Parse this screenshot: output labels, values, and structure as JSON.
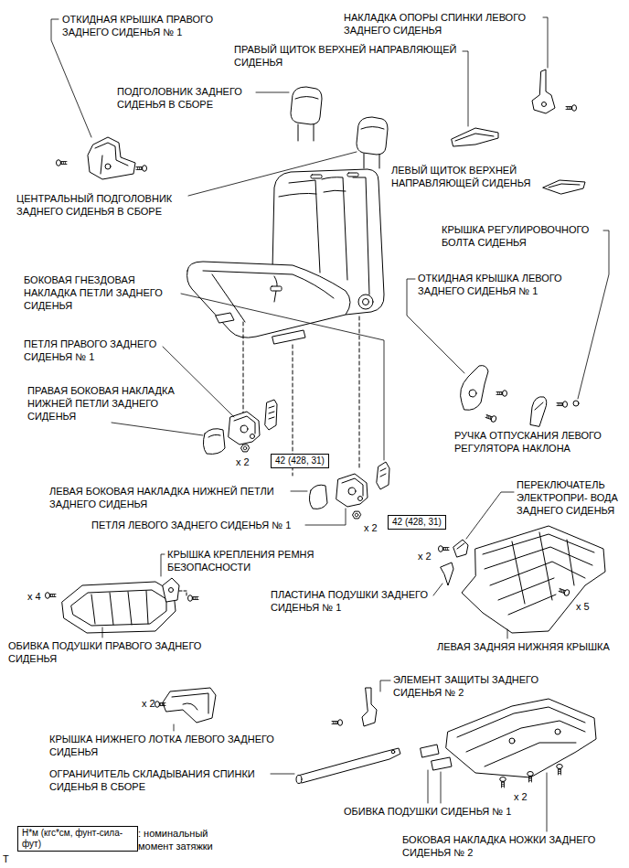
{
  "diagram": {
    "nodes": [
      {
        "text": [
          "42 (428, 31)"
        ]
      },
      {
        "text": [
          "42 (428, 31)"
        ]
      },
      {
        "text": [
          "Н*м (кгс*см, фунт-сила-фут)"
        ]
      }
    ],
    "labels": [
      "ОТКИДНАЯ КРЫШКА ПРАВОГО ЗАДНЕГО СИДЕНЬЯ № 1",
      "НАКЛАДКА ОПОРЫ СПИНКИ ЛЕВОГО ЗАДНЕГО СИДЕНЬЯ",
      "ПРАВЫЙ ЩИТОК ВЕРХНЕЙ НАПРАВЛЯЮЩЕЙ СИДЕНЬЯ",
      "ПОДГОЛОВНИК ЗАДНЕГО СИДЕНЬЯ В СБОРЕ",
      "ЛЕВЫЙ ЩИТОК ВЕРХНЕЙ НАПРАВЛЯЮЩЕЙ СИДЕНЬЯ",
      "ЦЕНТРАЛЬНЫЙ ПОДГОЛОВНИК ЗАДНЕГО СИДЕНЬЯ В СБОРЕ",
      "КРЫШКА РЕГУЛИРОВОЧНОГО БОЛТА СИДЕНЬЯ",
      "БОКОВАЯ ГНЕЗДОВАЯ НАКЛАДКА ПЕТЛИ ЗАДНЕГО СИДЕНЬЯ",
      "ОТКИДНАЯ КРЫШКА ЛЕВОГО ЗАДНЕГО СИДЕНЬЯ № 1",
      "ПЕТЛЯ ПРАВОГО ЗАДНЕГО СИДЕНЬЯ № 1",
      "ПРАВАЯ БОКОВАЯ НАКЛАДКА НИЖНЕЙ ПЕТЛИ ЗАДНЕГО СИДЕНЬЯ",
      "РУЧКА ОТПУСКАНИЯ ЛЕВОГО РЕГУЛЯТОРА НАКЛОНА",
      "x 2",
      "ЛЕВАЯ БОКОВАЯ НАКЛАДКА НИЖНЕЙ ПЕТЛИ ЗАДНЕГО СИДЕНЬЯ",
      "ПЕРЕКЛЮЧАТЕЛЬ ЭЛЕКТРОПРИ- ВОДА ЗАДНЕГО СИДЕНЬЯ",
      "ПЕТЛЯ ЛЕВОГО ЗАДНЕГО СИДЕНЬЯ № 1",
      "x 2",
      "КРЫШКА КРЕПЛЕНИЯ РЕМНЯ БЕЗОПАСНОСТИ",
      "x 2",
      "x 4",
      "ПЛАСТИНА ПОДУШКИ ЗАДНЕГО СИДЕНЬЯ № 1",
      "x 5",
      "ОБИВКА ПОДУШКИ ПРАВОГО ЗАДНЕГО СИДЕНЬЯ",
      "ЛЕВАЯ ЗАДНЯЯ НИЖНЯЯ КРЫШКА",
      "ЭЛЕМЕНТ ЗАЩИТЫ ЗАДНЕГО СИДЕНЬЯ № 2",
      "x 2",
      "КРЫШКА НИЖНЕГО ЛОТКА ЛЕВОГО ЗАДНЕГО СИДЕНЬЯ",
      "ОГРАНИЧИТЕЛЬ СКЛАДЫВАНИЯ СПИНКИ СИДЕНЬЯ В СБОРЕ",
      "x 2",
      "ОБИВКА ПОДУШКИ СИДЕНЬЯ № 1",
      ": номинальный момент затяжки",
      "БОКОВАЯ НАКЛАДКА НОЖКИ ЗАДНЕГО СИДЕНЬЯ № 2",
      "T"
    ]
  }
}
